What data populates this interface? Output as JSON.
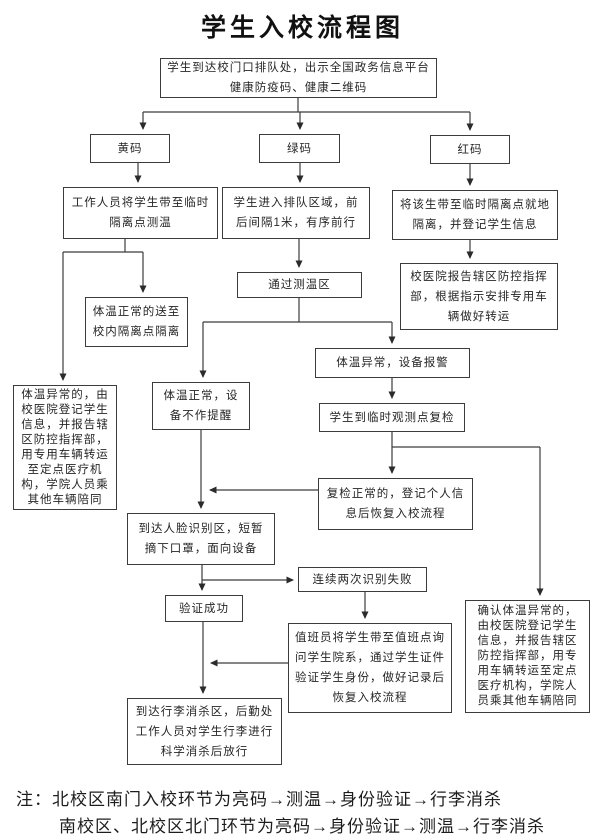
{
  "title": "学生入校流程图",
  "colors": {
    "ink": "#2b2b2b",
    "background": "#ffffff"
  },
  "flow": {
    "start": "学生到达校门口排队处，出示全国政务信息平台健康防疫码、健康二维码",
    "yellow_code": "黄码",
    "green_code": "绿码",
    "red_code": "红码",
    "staff_take_temp": "工作人员将学生带至临时隔离点测温",
    "queue_area": "学生进入排队区域，前后间隔1米，有序前行",
    "red_isolate": "将该生带至临时隔离点就地隔离，并登记学生信息",
    "pass_temp_zone": "通过测温区",
    "normal_to_isolation": "体温正常的送至校内隔离点隔离",
    "hospital_report": "校医院报告辖区防控指挥部，根据指示安排专用车辆做好转运",
    "abnormal_alarm": "体温异常，设备报警",
    "abnormal_transfer": "体温异常的，由校医院登记学生信息，并报告辖区防控指挥部，用专用车辆转运至定点医疗机构，学院人员乘其他车辆陪同",
    "normal_no_alert": "体温正常，设备不作提醒",
    "recheck": "学生到临时观测点复检",
    "recheck_normal": "复检正常的，登记个人信息后恢复入校流程",
    "face_id": "到达人脸识别区，短暂摘下口罩，面向设备",
    "fail_twice": "连续两次识别失败",
    "verify_success": "验证成功",
    "duty_officer": "值班员将学生带至值班点询问学生院系，通过学生证件验证学生身份，做好记录后恢复入校流程",
    "confirm_abnormal": "确认体温异常的，由校医院登记学生信息，并报告辖区防控指挥部，用专用车辆转运至定点医疗机构，学院人员乘其他车辆陪同",
    "luggage_disinfect": "到达行李消杀区，后勤处工作人员对学生行李进行科学消杀后放行"
  },
  "note": {
    "label": "注：",
    "line1": "北校区南门入校环节为亮码→测温→身份验证→行李消杀",
    "line2": "南校区、北校区北门环节为亮码→身份验证→测温→行李消杀"
  }
}
